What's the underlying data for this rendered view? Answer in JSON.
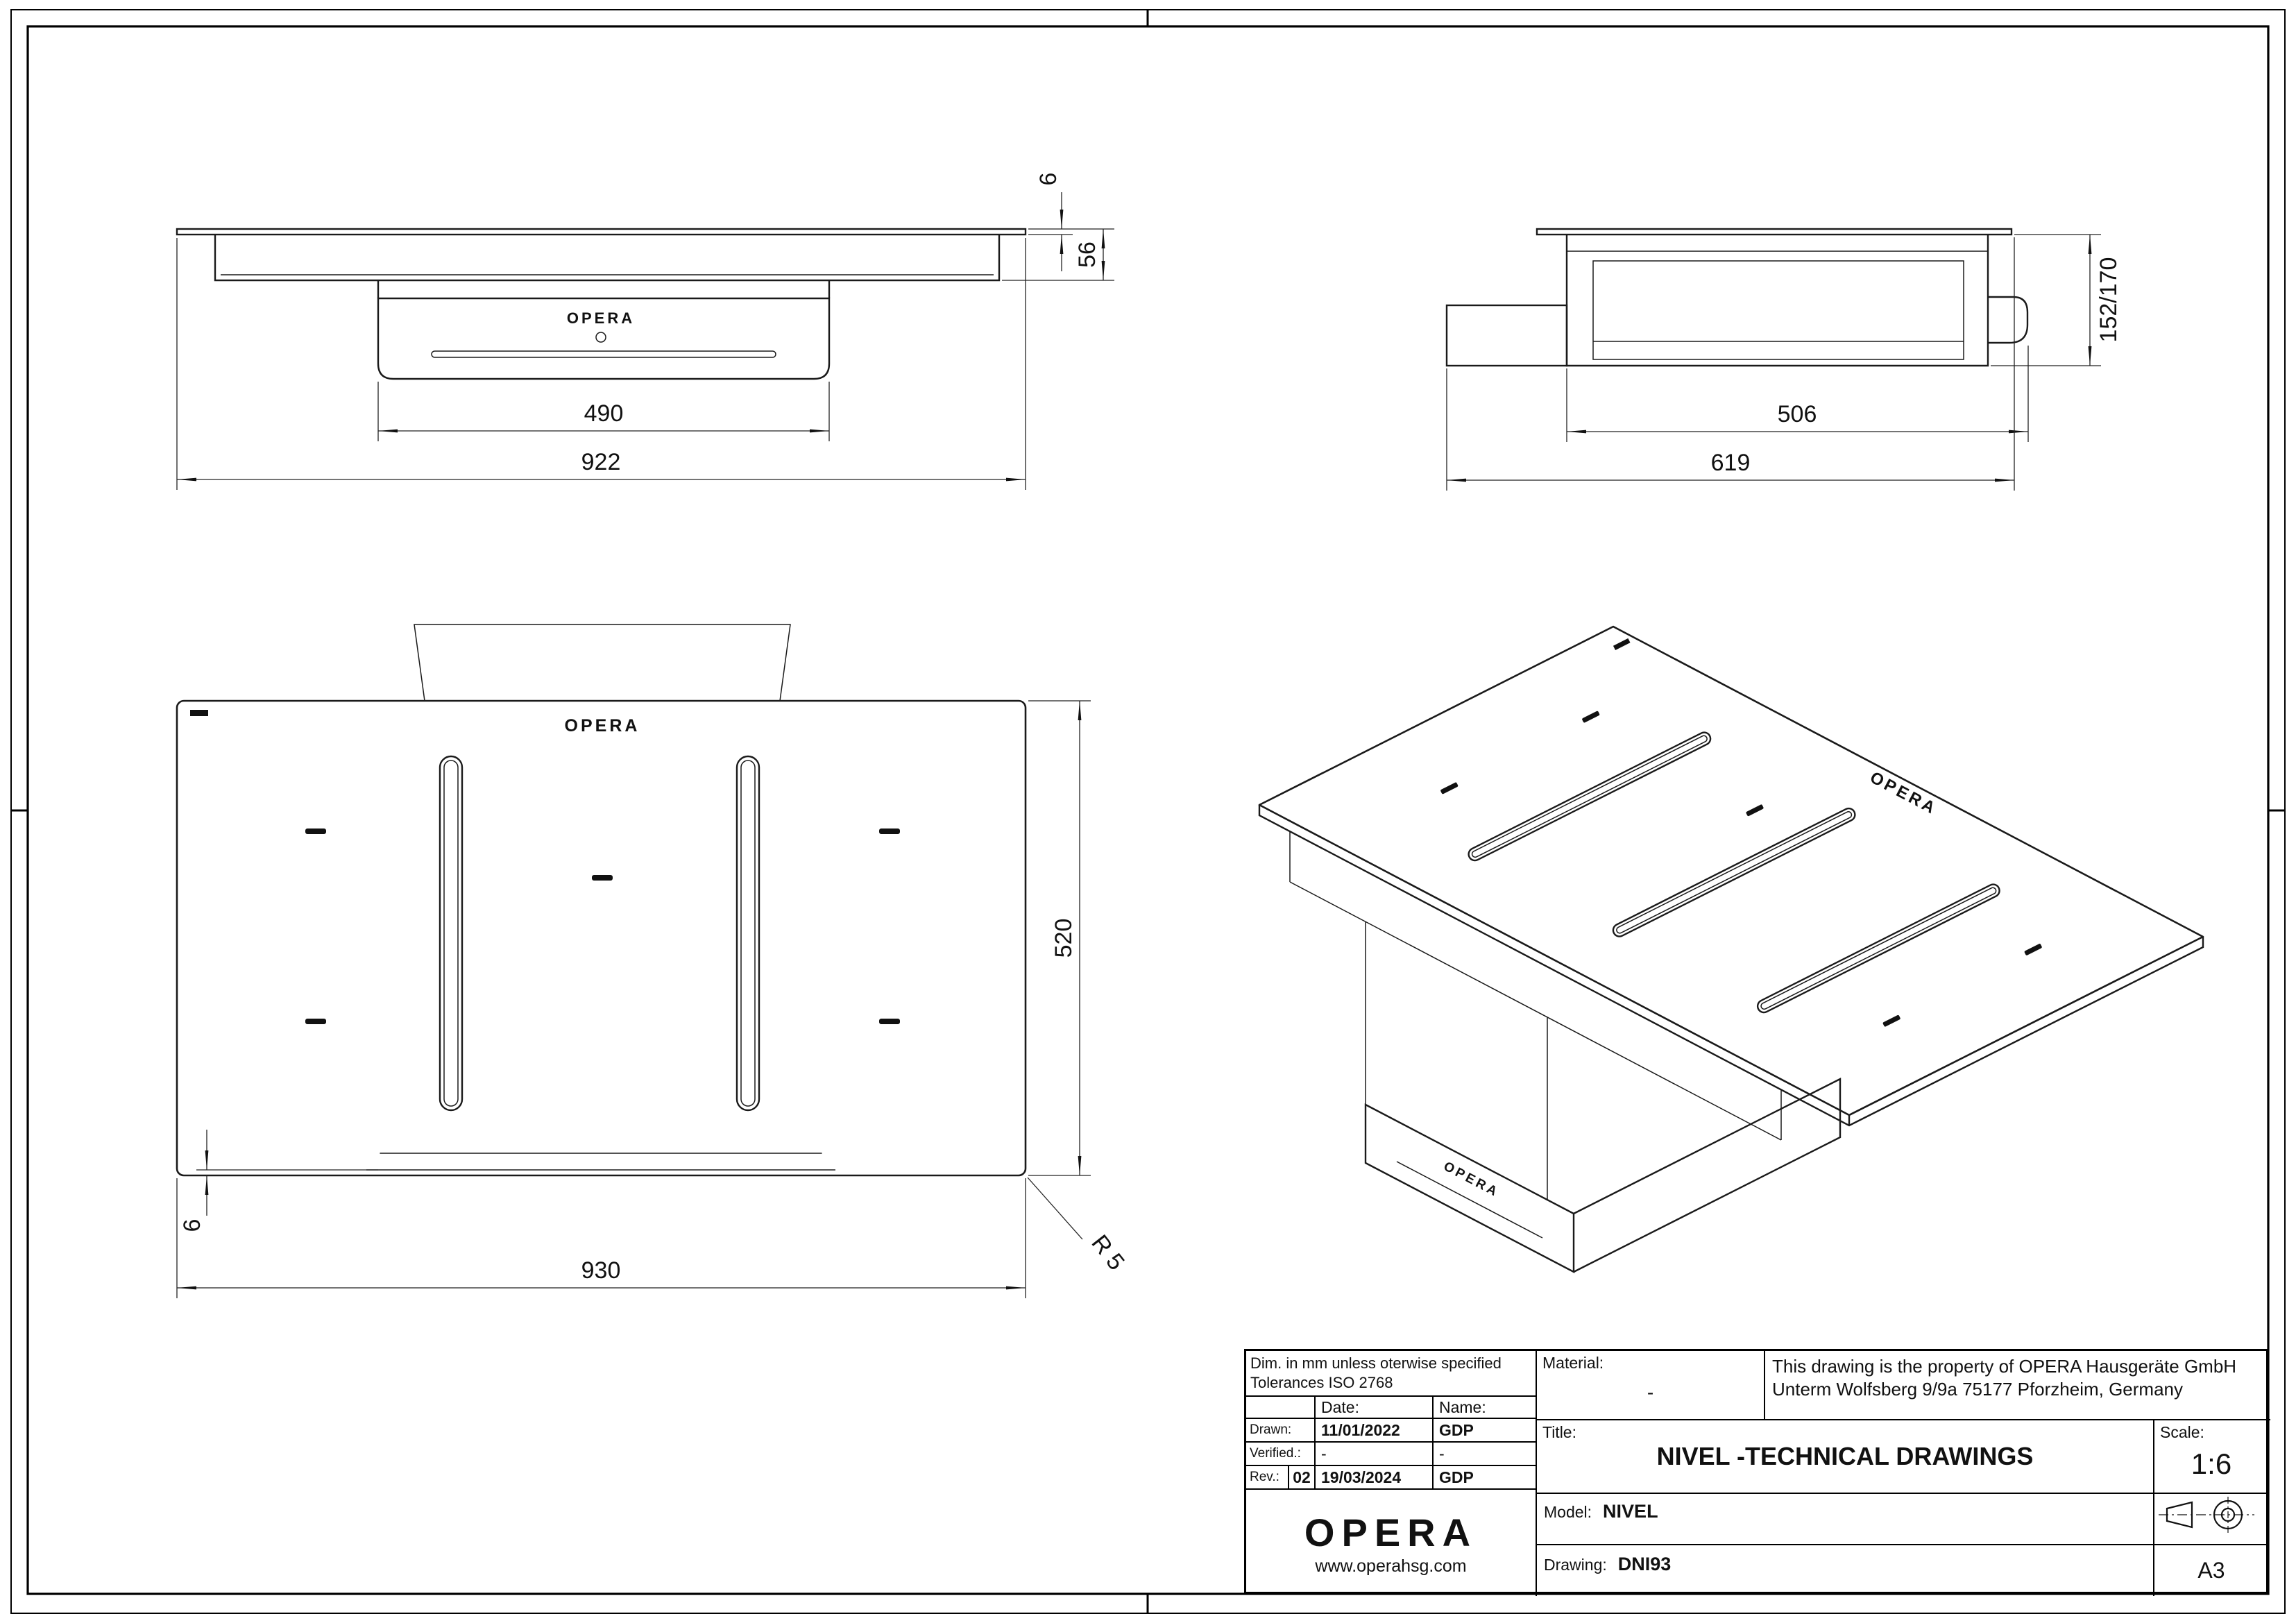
{
  "drawing": {
    "views": {
      "front": {
        "logo": "OPERA",
        "dims": {
          "glass_thickness": "6",
          "housing_height": "56",
          "body_width": "490",
          "total_width": "922"
        }
      },
      "side": {
        "dims": {
          "install_height": "152/170",
          "body_depth": "506",
          "total_depth": "619"
        }
      },
      "plan": {
        "logo": "OPERA",
        "dims": {
          "depth": "520",
          "width": "930",
          "front_gap": "6",
          "corner_radius": "R 5"
        }
      },
      "iso": {
        "logo_top": "OPERA",
        "logo_front": "OPERA"
      }
    }
  },
  "titleblock": {
    "tolerance_note_line1": "Dim. in mm unless oterwise specified",
    "tolerance_note_line2": "Tolerances ISO 2768",
    "table": {
      "date_header": "Date:",
      "name_header": "Name:",
      "drawn_label": "Drawn:",
      "drawn_date": "11/01/2022",
      "drawn_name": "GDP",
      "verified_label": "Verified.:",
      "verified_date": "-",
      "verified_name": "-",
      "rev_label": "Rev.:",
      "rev_number": "02",
      "rev_date": "19/03/2024",
      "rev_name": "GDP"
    },
    "logo": "OPERA",
    "website": "www.operahsg.com",
    "material_label": "Material:",
    "material_value": "-",
    "property_note_line1": "This drawing is the property of OPERA Hausgeräte GmbH",
    "property_note_line2": "Unterm Wolfsberg 9/9a 75177 Pforzheim, Germany",
    "title_label": "Title:",
    "title_value": "NIVEL -TECHNICAL DRAWINGS",
    "scale_label": "Scale:",
    "scale_value": "1:6",
    "model_label": "Model:",
    "model_value": "NIVEL",
    "drawing_label": "Drawing:",
    "drawing_value": "DNI93",
    "paper_size": "A3"
  }
}
